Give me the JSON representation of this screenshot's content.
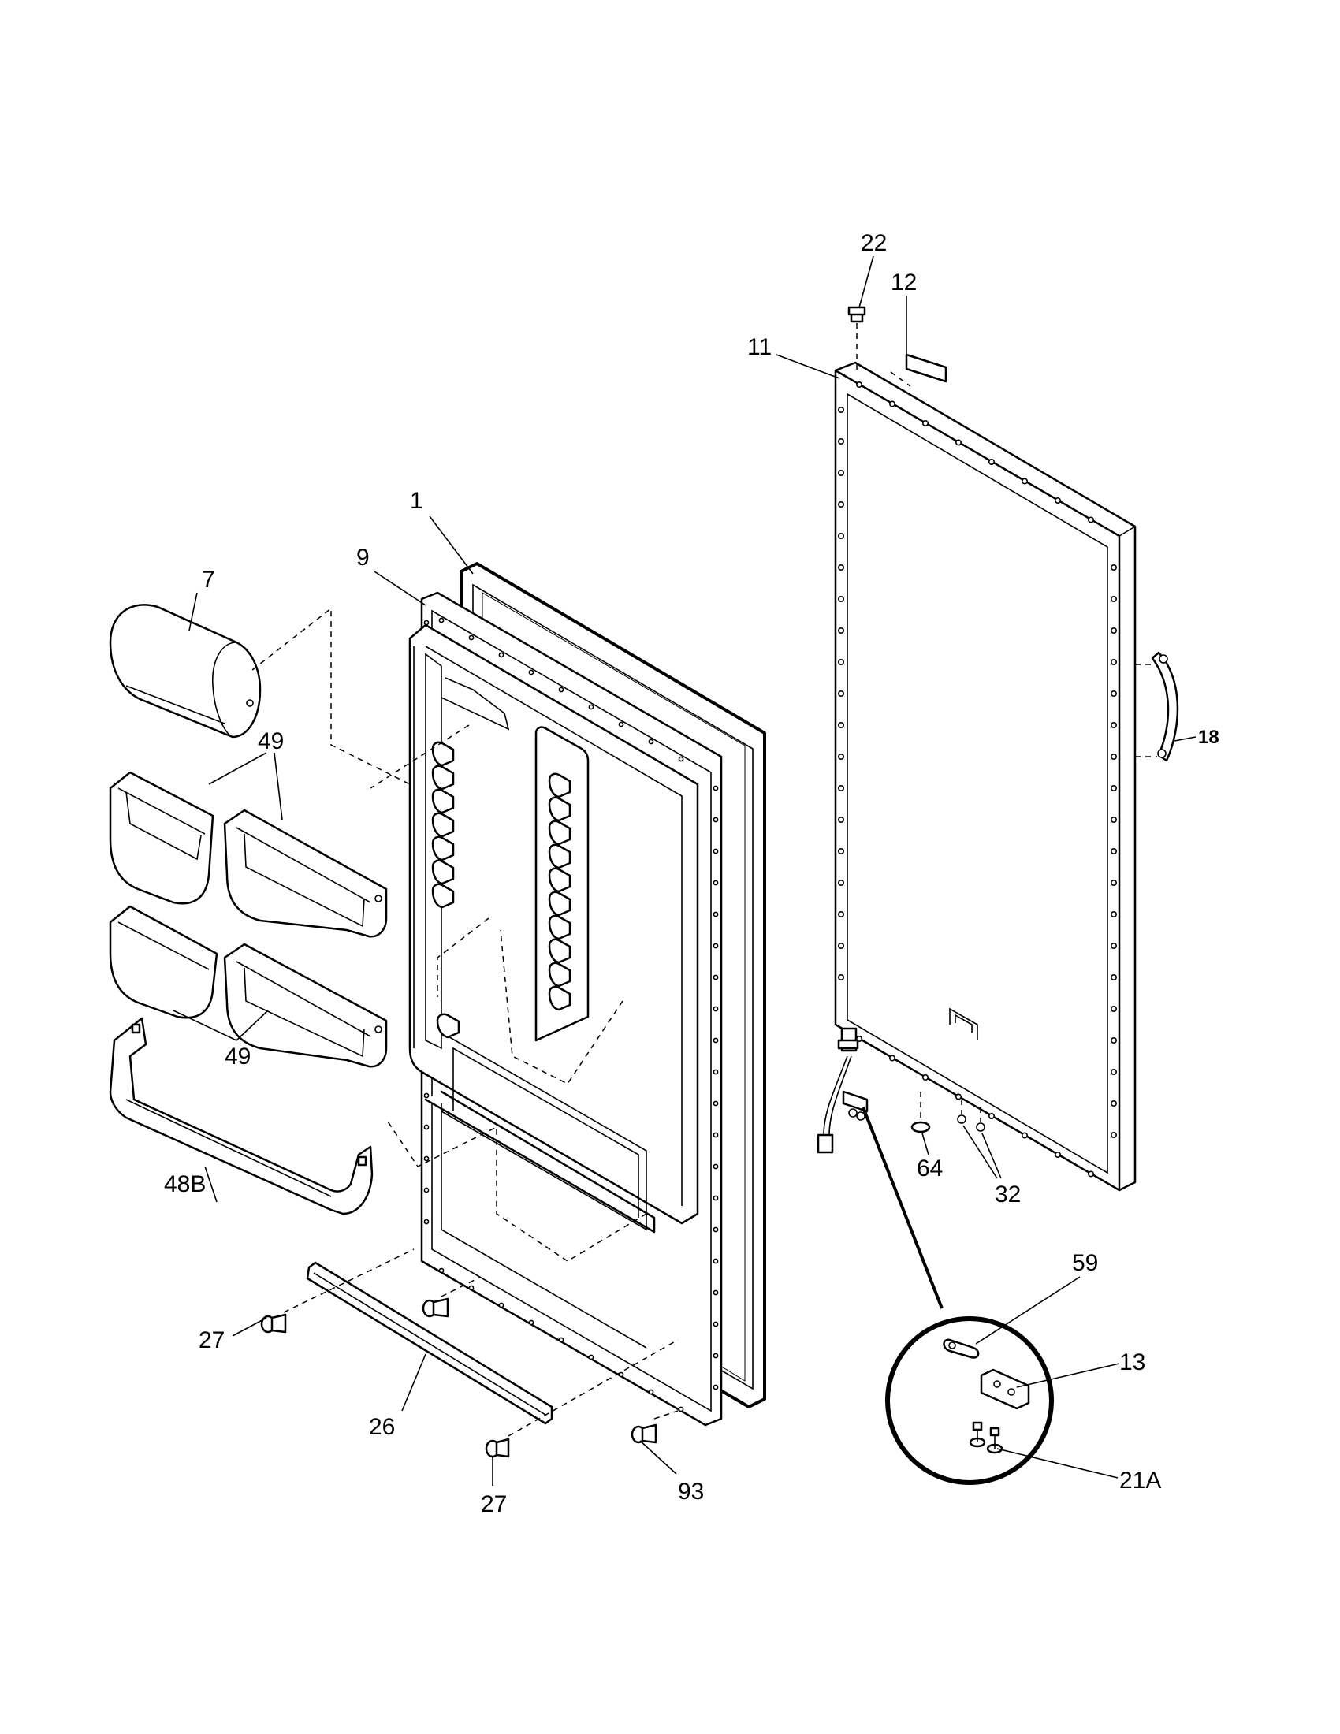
{
  "callouts": {
    "c1": "1",
    "c7": "7",
    "c9": "9",
    "c11": "11",
    "c12": "12",
    "c13": "13",
    "c18": "18",
    "c21a": "21A",
    "c22": "22",
    "c26": "26",
    "c27a": "27",
    "c27b": "27",
    "c32": "32",
    "c48b": "48B",
    "c49a": "49",
    "c49b": "49",
    "c59": "59",
    "c64": "64",
    "c93": "93"
  }
}
